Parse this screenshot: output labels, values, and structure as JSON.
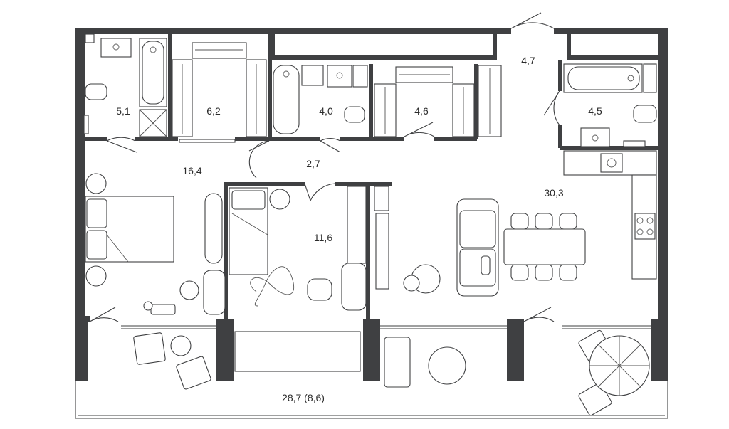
{
  "plan": {
    "rooms": [
      {
        "id": "bath-1",
        "area": "5,1"
      },
      {
        "id": "wardrobe-1",
        "area": "6,2"
      },
      {
        "id": "bath-2",
        "area": "4,0"
      },
      {
        "id": "wardrobe-2",
        "area": "4,6"
      },
      {
        "id": "entrance-hall",
        "area": "4,7"
      },
      {
        "id": "bath-3",
        "area": "4,5"
      },
      {
        "id": "master-bedroom",
        "area": "16,4"
      },
      {
        "id": "hallway",
        "area": "2,7"
      },
      {
        "id": "kids-bedroom",
        "area": "11,6"
      },
      {
        "id": "living-kitchen",
        "area": "30,3"
      },
      {
        "id": "balcony",
        "area": "28,7 (8,6)"
      }
    ],
    "colors": {
      "wall": "#3f4042",
      "line": "#3f4042",
      "background": "#ffffff"
    }
  }
}
